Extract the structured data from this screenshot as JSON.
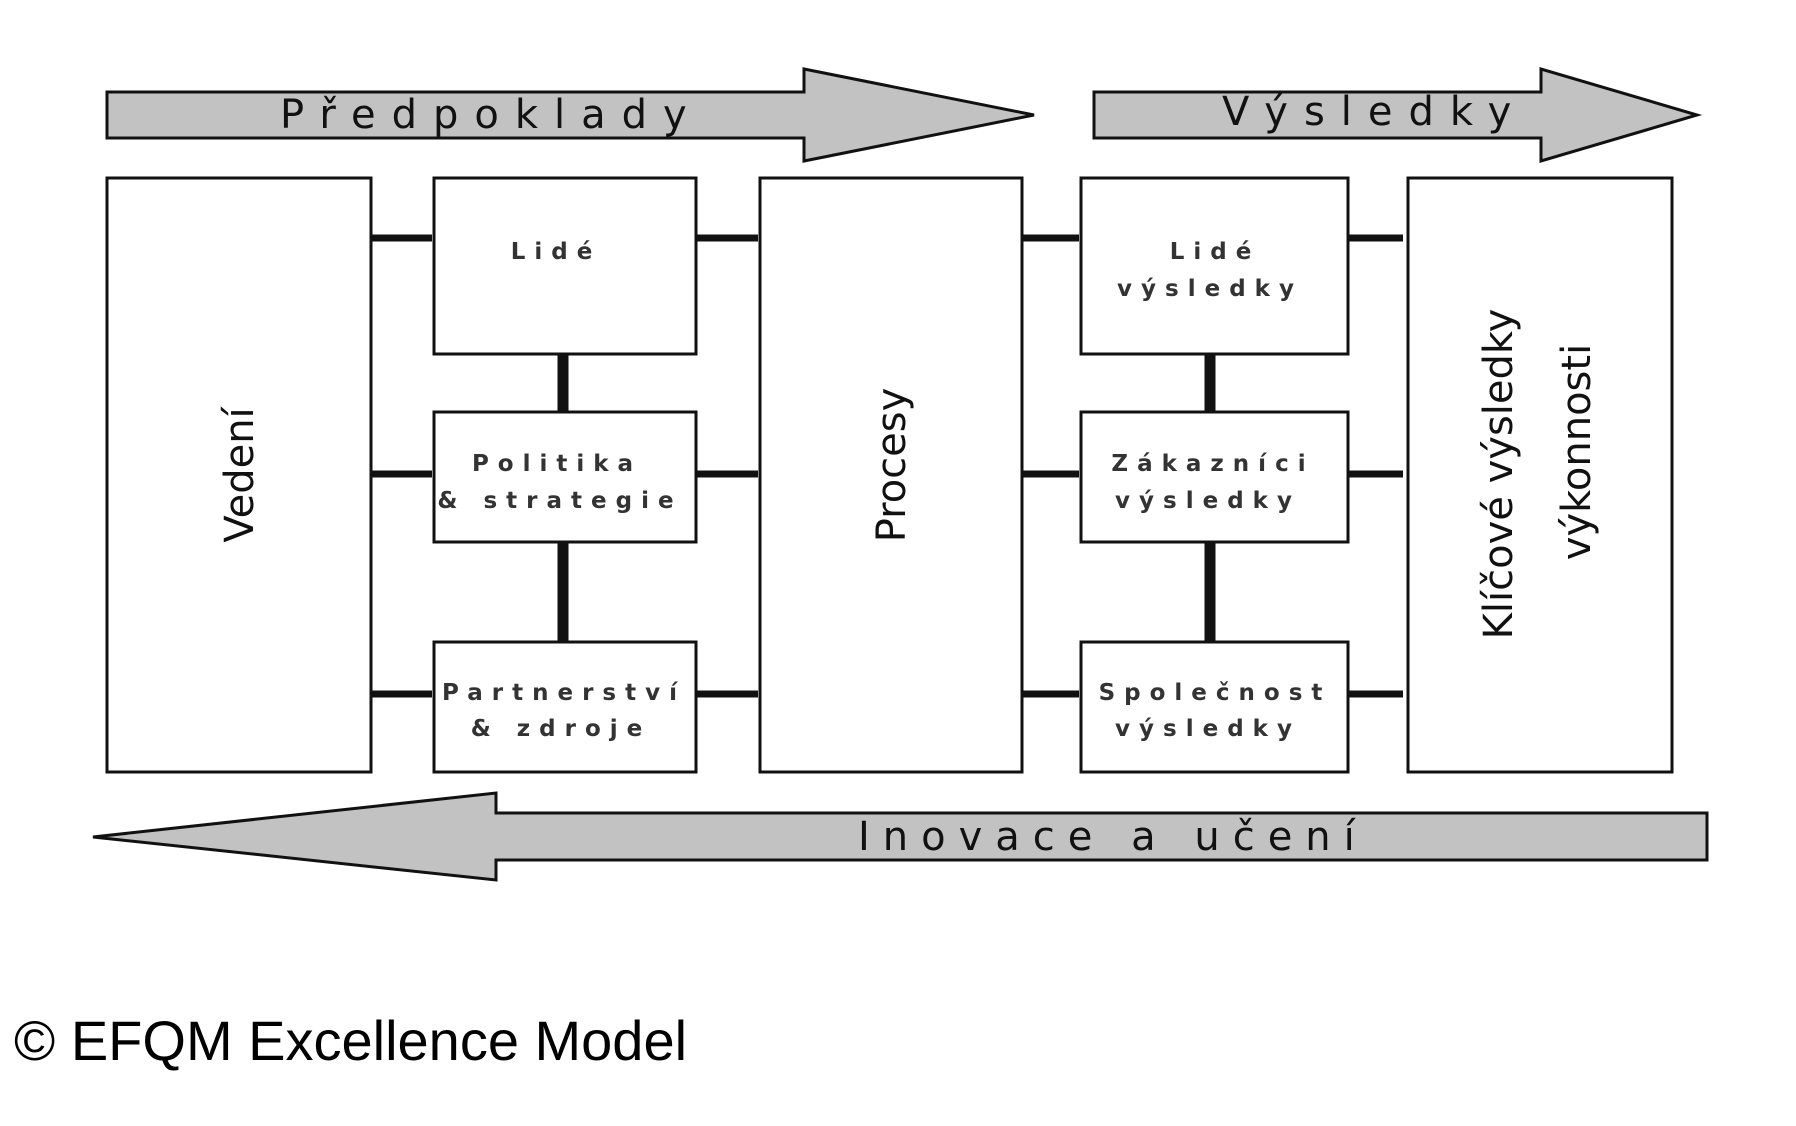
{
  "diagram": {
    "top_arrows": {
      "enablers": "Předpoklady",
      "results": "Výsledky"
    },
    "bottom_arrow": "Inovace a učení",
    "boxes": {
      "leadership": "Vedení",
      "people": "Lidé",
      "policy_strategy": [
        "Politika",
        "& strategie"
      ],
      "partnerships_resources": [
        "Partnerství",
        "& zdroje"
      ],
      "processes": "Procesy",
      "people_results": [
        "Lidé",
        "výsledky"
      ],
      "customer_results": [
        "Zákazníci",
        "výsledky"
      ],
      "society_results": [
        "Společnost",
        "výsledky"
      ],
      "key_performance_results": [
        "Klíčové výsledky",
        "výkonnosti"
      ]
    },
    "colors": {
      "arrow_fill": "#c2c2c2",
      "stroke": "#111111"
    }
  },
  "caption": "© EFQM Excellence Model"
}
